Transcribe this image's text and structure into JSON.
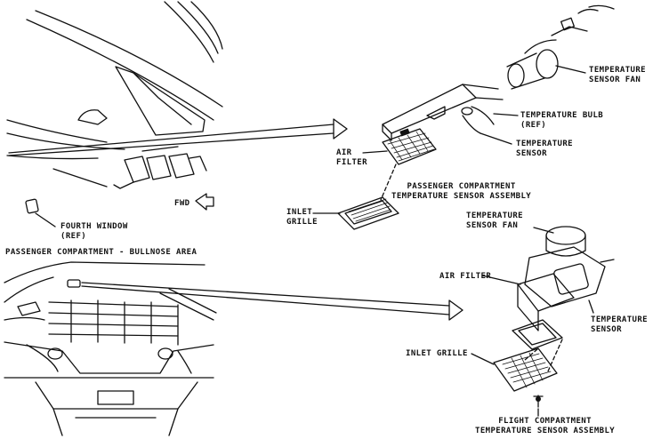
{
  "labels": {
    "fourth_window": "FOURTH WINDOW\n(REF)",
    "fwd": "FWD",
    "bullnose_caption": "PASSENGER COMPARTMENT - BULLNOSE AREA",
    "air_filter_top": "AIR\nFILTER",
    "temp_sensor_fan_top": "TEMPERATURE\nSENSOR FAN",
    "temp_bulb_ref": "TEMPERATURE BULB\n(REF)",
    "temp_sensor_top": "TEMPERATURE\nSENSOR",
    "passenger_assembly": "PASSENGER COMPARTMENT\nTEMPERATURE SENSOR ASSEMBLY",
    "inlet_grille_top": "INLET\nGRILLE",
    "temp_sensor_fan_bottom": "TEMPERATURE\nSENSOR FAN",
    "air_filter_bottom": "AIR FILTER",
    "temp_sensor_bottom": "TEMPERATURE\nSENSOR",
    "inlet_grille_bottom": "INLET GRILLE",
    "flight_assembly": "FLIGHT COMPARTMENT\nTEMPERATURE SENSOR ASSEMBLY"
  }
}
